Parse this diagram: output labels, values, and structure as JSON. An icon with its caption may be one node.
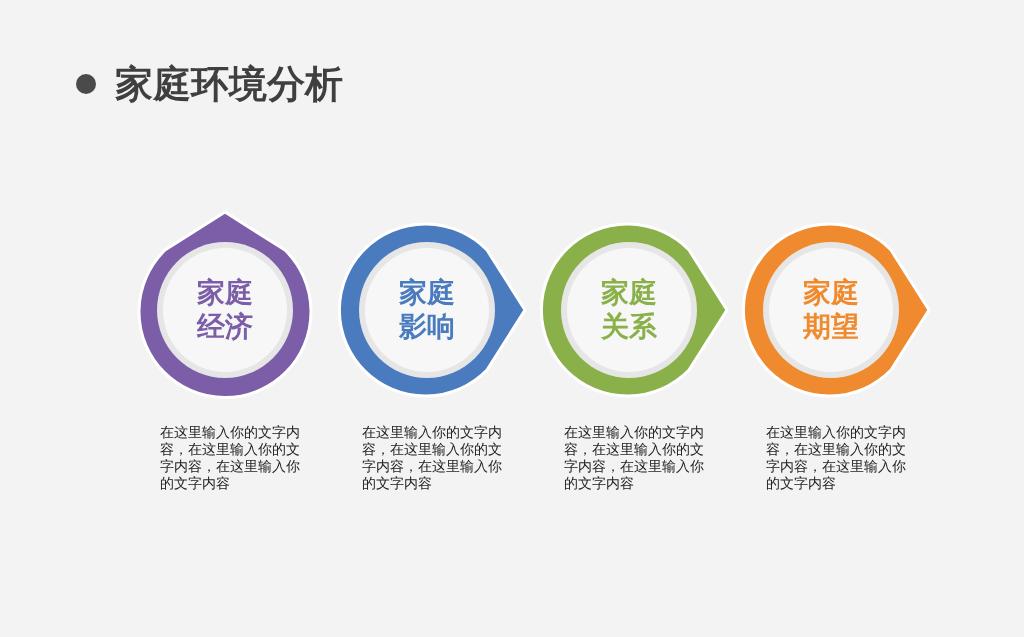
{
  "diagram": {
    "title": "家庭环境分析",
    "nodes": [
      {
        "text": [
          "家庭经济"
        ],
        "beside": [
          "在这里输入你的文字内容，在这里输入你的文字内容，在这里输入你的文字内容"
        ]
      },
      {
        "text": [
          "家庭影响"
        ],
        "beside": [
          "在这里输入你的文字内容，在这里输入你的文字内容，在这里输入你的文字内容"
        ]
      },
      {
        "text": [
          "家庭关系"
        ],
        "beside": [
          "在这里输入你的文字内容，在这里输入你的文字内容，在这里输入你的文字内容"
        ]
      },
      {
        "text": [
          "家庭期望"
        ],
        "beside": [
          "在这里输入你的文字内容，在这里输入你的文字内容，在这里输入你的文字内容"
        ]
      }
    ],
    "edges": []
  }
}
